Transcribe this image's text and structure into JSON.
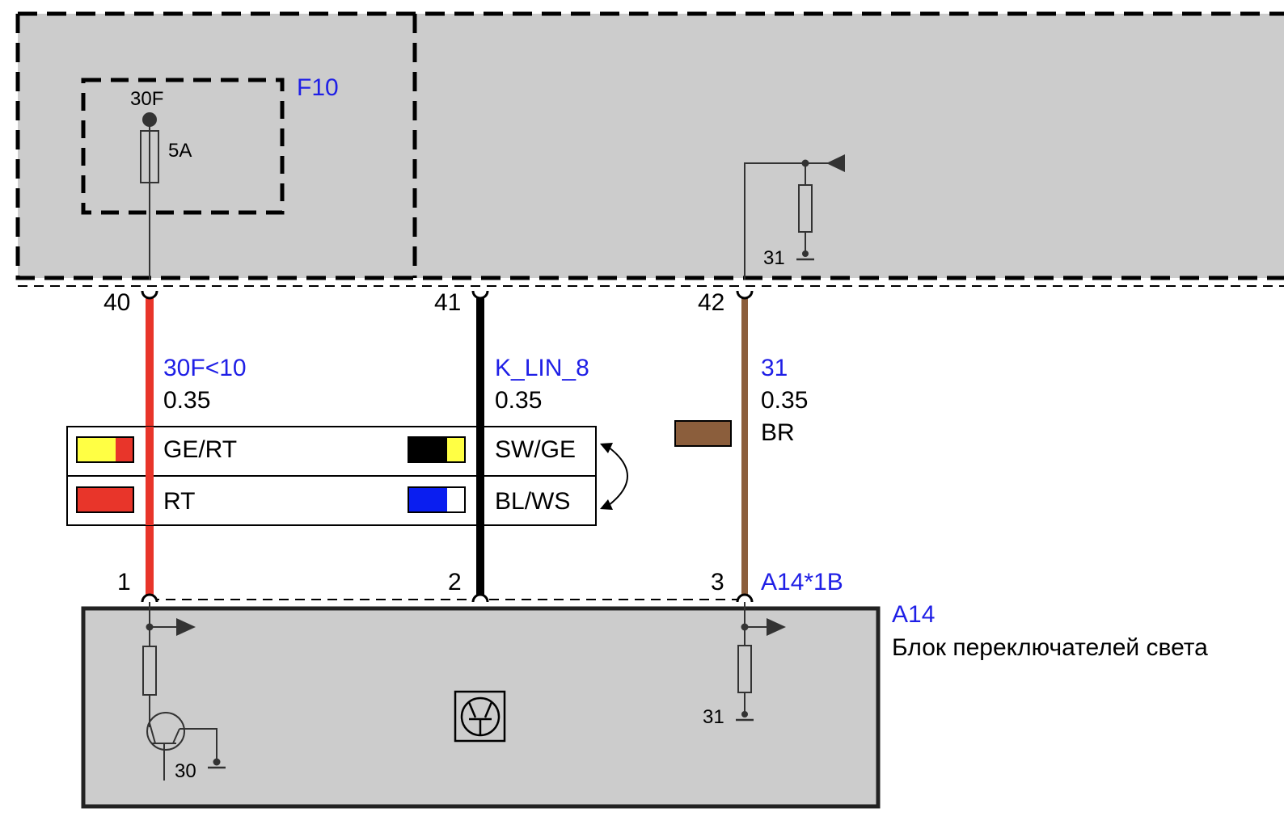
{
  "colors": {
    "module_fill": "#cccccc",
    "label_blue": "#1f1fe6",
    "wire_red": "#e8352a",
    "wire_black": "#000000",
    "wire_brown": "#8b5e3c",
    "yellow": "#ffff44",
    "blue": "#0a1ef0"
  },
  "fuse": {
    "id": "F10",
    "terminal": "30F",
    "rating": "5A"
  },
  "top_ground": {
    "label": "31"
  },
  "top_pins": [
    "40",
    "41",
    "42"
  ],
  "bottom_pins": [
    "1",
    "2",
    "3"
  ],
  "wires": [
    {
      "signal": "30F<10",
      "gauge": "0.35",
      "color": "RT"
    },
    {
      "signal": "K_LIN_8",
      "gauge": "0.35",
      "color": "SW"
    },
    {
      "signal": "31",
      "gauge": "0.35",
      "color": "BR"
    }
  ],
  "alternatives": {
    "rows": [
      {
        "left": "GE/RT",
        "right": "SW/GE"
      },
      {
        "left": "RT",
        "right": "BL/WS"
      }
    ]
  },
  "connector": {
    "id": "A14*1B"
  },
  "module": {
    "id": "A14",
    "name": "Блок переключателей света",
    "left_ground": "30",
    "right_ground": "31"
  }
}
